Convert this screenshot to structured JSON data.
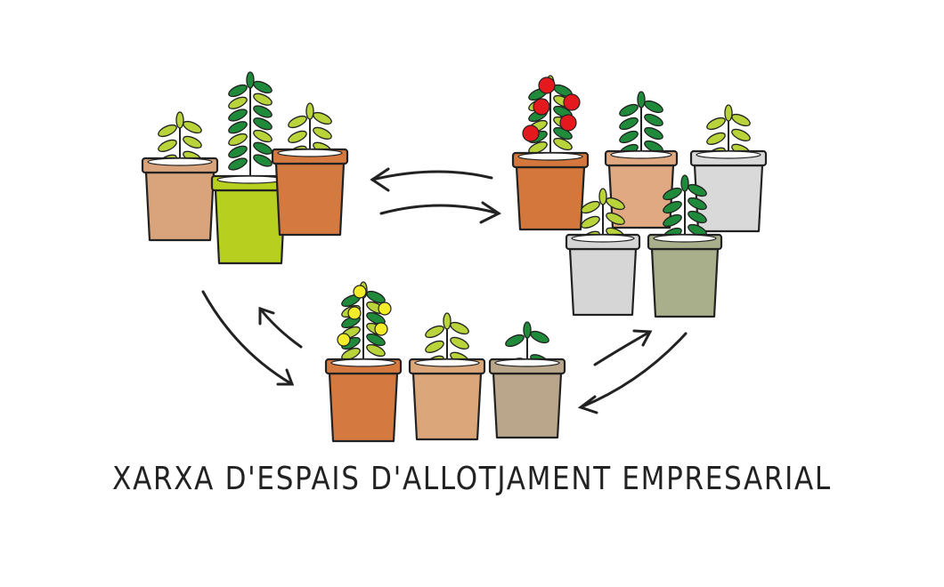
{
  "caption": "XARXA D'ESPAIS D'ALLOTJAMENT EMPRESARIAL",
  "colors": {
    "ink": "#222222",
    "leaf_dark": "#1f8a3a",
    "leaf_light": "#b8d43a",
    "fruit_red": "#e3191e",
    "fruit_yellow": "#f3ec2a"
  },
  "groups": [
    {
      "name": "group-top-left",
      "pots": [
        {
          "color": "#d9a47c",
          "plant": "small-light",
          "fruit": null
        },
        {
          "color": "#b7d01f",
          "plant": "tall-dark",
          "fruit": null
        },
        {
          "color": "#d47a40",
          "plant": "small-light",
          "fruit": null
        }
      ]
    },
    {
      "name": "group-top-right",
      "pots": [
        {
          "color": "#d4773c",
          "plant": "bushy",
          "fruit": "red"
        },
        {
          "color": "#e0a981",
          "plant": "medium-dark",
          "fruit": null
        },
        {
          "color": "#d9d9d9",
          "plant": "small-light",
          "fruit": null
        },
        {
          "color": "#d6d6d6",
          "plant": "small-light",
          "fruit": null
        },
        {
          "color": "#a9ae8b",
          "plant": "medium-dark",
          "fruit": null
        }
      ]
    },
    {
      "name": "group-bottom",
      "pots": [
        {
          "color": "#d47a40",
          "plant": "bushy",
          "fruit": "yellow"
        },
        {
          "color": "#dba77a",
          "plant": "small-light",
          "fruit": null
        },
        {
          "color": "#b9a68b",
          "plant": "small-dark",
          "fruit": null
        }
      ]
    }
  ]
}
